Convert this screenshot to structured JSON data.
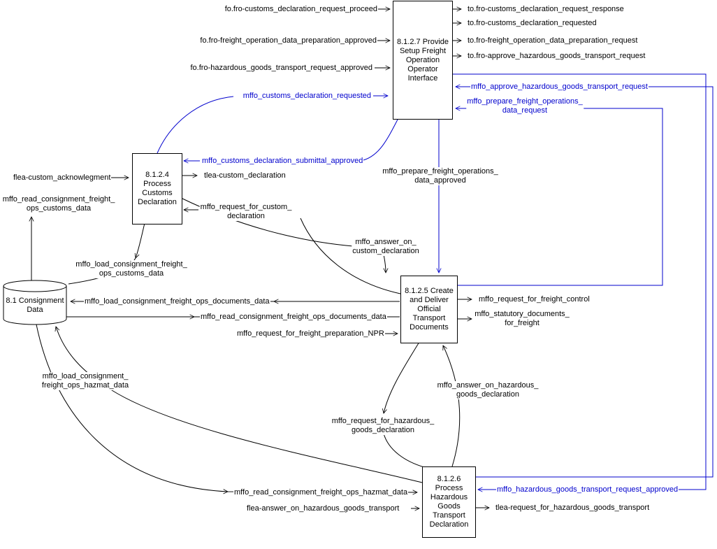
{
  "colors": {
    "flow": "#000000",
    "flow_blue": "#0000cd",
    "box_border": "#000000",
    "background": "#ffffff",
    "text": "#000000"
  },
  "nodes": {
    "provide_setup_interface": {
      "label": "8.1.2.7 Provide\nSetup Freight\nOperation\nOperator\nInterface"
    },
    "process_customs_declaration": {
      "label": "8.1.2.4\nProcess\nCustoms\nDeclaration"
    },
    "create_deliver_documents": {
      "label": "8.1.2.5 Create\nand Deliver\nOfficial\nTransport\nDocuments"
    },
    "process_hazardous_declaration": {
      "label": "8.1.2.6\nProcess\nHazardous\nGoods\nTransport\nDeclaration"
    },
    "consignment_data_store": {
      "label": "8.1 Consignment\nData"
    }
  },
  "flows": {
    "fo_customs_declaration_request_proceed": "fo.fro-customs_declaration_request_proceed",
    "to_customs_declaration_request_response": "to.fro-customs_declaration_request_response",
    "to_customs_declaration_requested": "to.fro-customs_declaration_requested",
    "fo_freight_operation_data_preparation_approved": "fo.fro-freight_operation_data_preparation_approved",
    "to_freight_operation_data_preparation_request": "to.fro-freight_operation_data_preparation_request",
    "to_approve_hazardous_goods_transport_request": "to.fro-approve_hazardous_goods_transport_request",
    "fo_hazardous_goods_transport_request_approved": "fo.fro-hazardous_goods_transport_request_approved",
    "mffo_approve_hazardous_goods_transport_request": "mffo_approve_hazardous_goods_transport_request",
    "mffo_customs_declaration_requested": "mffo_customs_declaration_requested",
    "mffo_prepare_freight_operations_data_request": "mffo_prepare_freight_operations_\ndata_request",
    "mffo_customs_declaration_submittal_approved": "mffo_customs_declaration_submittal_approved",
    "tlea_custom_declaration": "tlea-custom_declaration",
    "flea_custom_acknowlegment": "flea-custom_acknowlegment",
    "mffo_prepare_freight_operations_data_approved": "mffo_prepare_freight_operations_\ndata_approved",
    "mffo_read_consignment_freight_ops_customs_data": "mffo_read_consignment_freight_\nops_customs_data",
    "mffo_request_for_custom_declaration": "mffo_request_for_custom_\ndeclaration",
    "mffo_answer_on_custom_declaration": "mffo_answer_on_\ncustom_declaration",
    "mffo_load_consignment_freight_ops_customs_data": "mffo_load_consignment_freight_\nops_customs_data",
    "mffo_load_consignment_freight_ops_documents_data": "mffo_load_consignment_freight_ops_documents_data",
    "mffo_request_for_freight_control": "mffo_request_for_freight_control",
    "mffo_read_consignment_freight_ops_documents_data": "mffo_read_consignment_freight_ops_documents_data",
    "mffo_statutory_documents_for_freight": "mffo_statutory_documents_\nfor_freight",
    "mffo_request_for_freight_preparation_NPR": "mffo_request_for_freight_preparation_NPR",
    "mffo_load_consignment_freight_ops_hazmat_data": "mffo_load_consignment_\nfreight_ops_hazmat_data",
    "mffo_answer_on_hazardous_goods_declaration": "mffo_answer_on_hazardous_\ngoods_declaration",
    "mffo_request_for_hazardous_goods_declaration": "mffo_request_for_hazardous_\ngoods_declaration",
    "mffo_read_consignment_freight_ops_hazmat_data": "mffo_read_consignment_freight_ops_hazmat_data",
    "mffo_hazardous_goods_transport_request_approved": "mffo_hazardous_goods_transport_request_approved",
    "flea_answer_on_hazardous_goods_transport": "flea-answer_on_hazardous_goods_transport",
    "tlea_request_for_hazardous_goods_transport": "tlea-request_for_hazardous_goods_transport"
  }
}
